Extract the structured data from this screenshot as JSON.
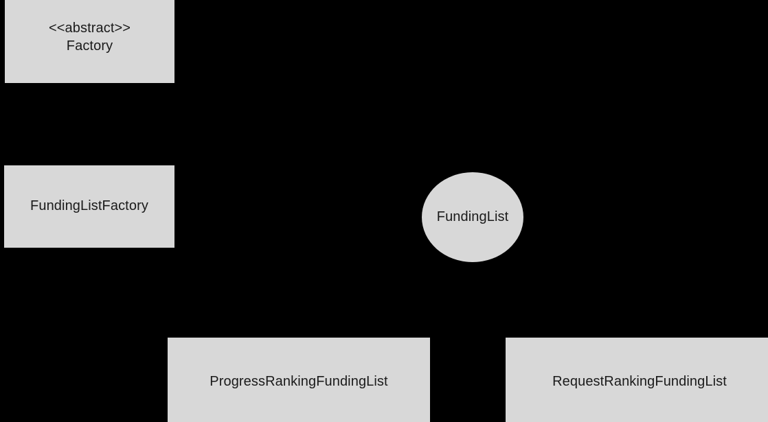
{
  "diagram": {
    "kind": "uml-class-diagram",
    "background_color": "#000000",
    "node_fill_color": "#D8D8D8",
    "node_text_color": "#1a1a1a",
    "edge_color": "#000000",
    "nodes": [
      {
        "id": "factory",
        "shape": "rectangle",
        "stereotype": "<<abstract>>",
        "name": "Factory"
      },
      {
        "id": "funding_list_factory",
        "shape": "rectangle",
        "name": "FundingListFactory"
      },
      {
        "id": "funding_list",
        "shape": "ellipse",
        "name": "FundingList"
      },
      {
        "id": "progress_ranking_funding_list",
        "shape": "rectangle",
        "name": "ProgressRankingFundingList"
      },
      {
        "id": "request_ranking_funding_list",
        "shape": "rectangle",
        "name": "RequestRankingFundingList"
      }
    ]
  }
}
